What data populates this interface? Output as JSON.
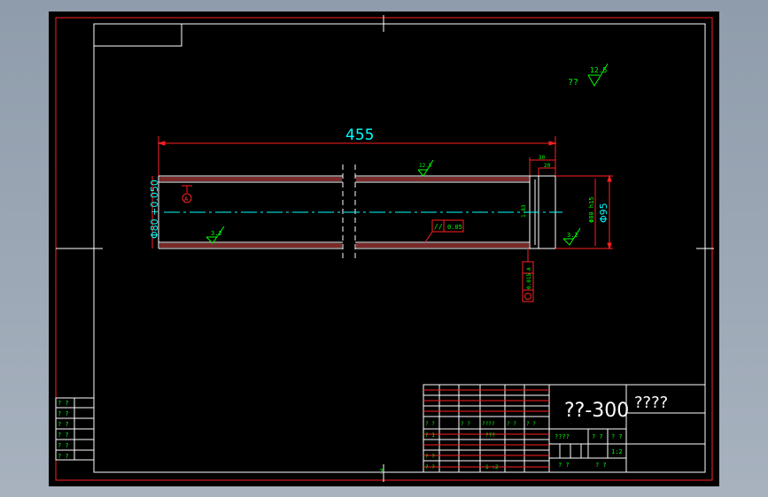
{
  "drawing": {
    "overall_length": "455",
    "dim_30": "30",
    "dim_20": "20",
    "dia_left": "Φ80 +0.050",
    "dia_right_fit": "Φ80 h15",
    "dia_right": "Φ95",
    "inner_label": "1.83",
    "datum_a": "A",
    "surface_roughness_top": "12.5",
    "surface_roughness_corner": "12.5",
    "corner_note": "??",
    "rough_left": "3.2",
    "rough_right": "3.2",
    "geom_tol_symbol": "//",
    "geom_tol_value": "0.05",
    "coax_tol_value": "0.015",
    "coax_datum": "A",
    "bottom_mark": "?",
    "colors": {
      "line": "#ffffff",
      "dimension": "#ff2020",
      "text": "#00ff00",
      "center": "#00ffff",
      "hatch": "#ff5050"
    }
  },
  "title_block": {
    "part_name": "??-300",
    "material_label": "????",
    "row_labels": [
      "? ?",
      "? 1",
      "? ?",
      "? ?"
    ],
    "col_labels": [
      "? ?",
      "? ?",
      "????",
      "? ?",
      "? ?"
    ],
    "cell_e": "???",
    "stage_label": "????",
    "weight_label": "? ?",
    "scale_label": "? ?",
    "scale_value": "1:2",
    "sheet_label_1": "? ?",
    "sheet_label_2": "? ?",
    "row_1_2": "1 :2"
  },
  "rev_block": {
    "labels": [
      "? ?",
      "? ?",
      "? ?",
      "? ?",
      "? ?",
      "? ?"
    ]
  }
}
